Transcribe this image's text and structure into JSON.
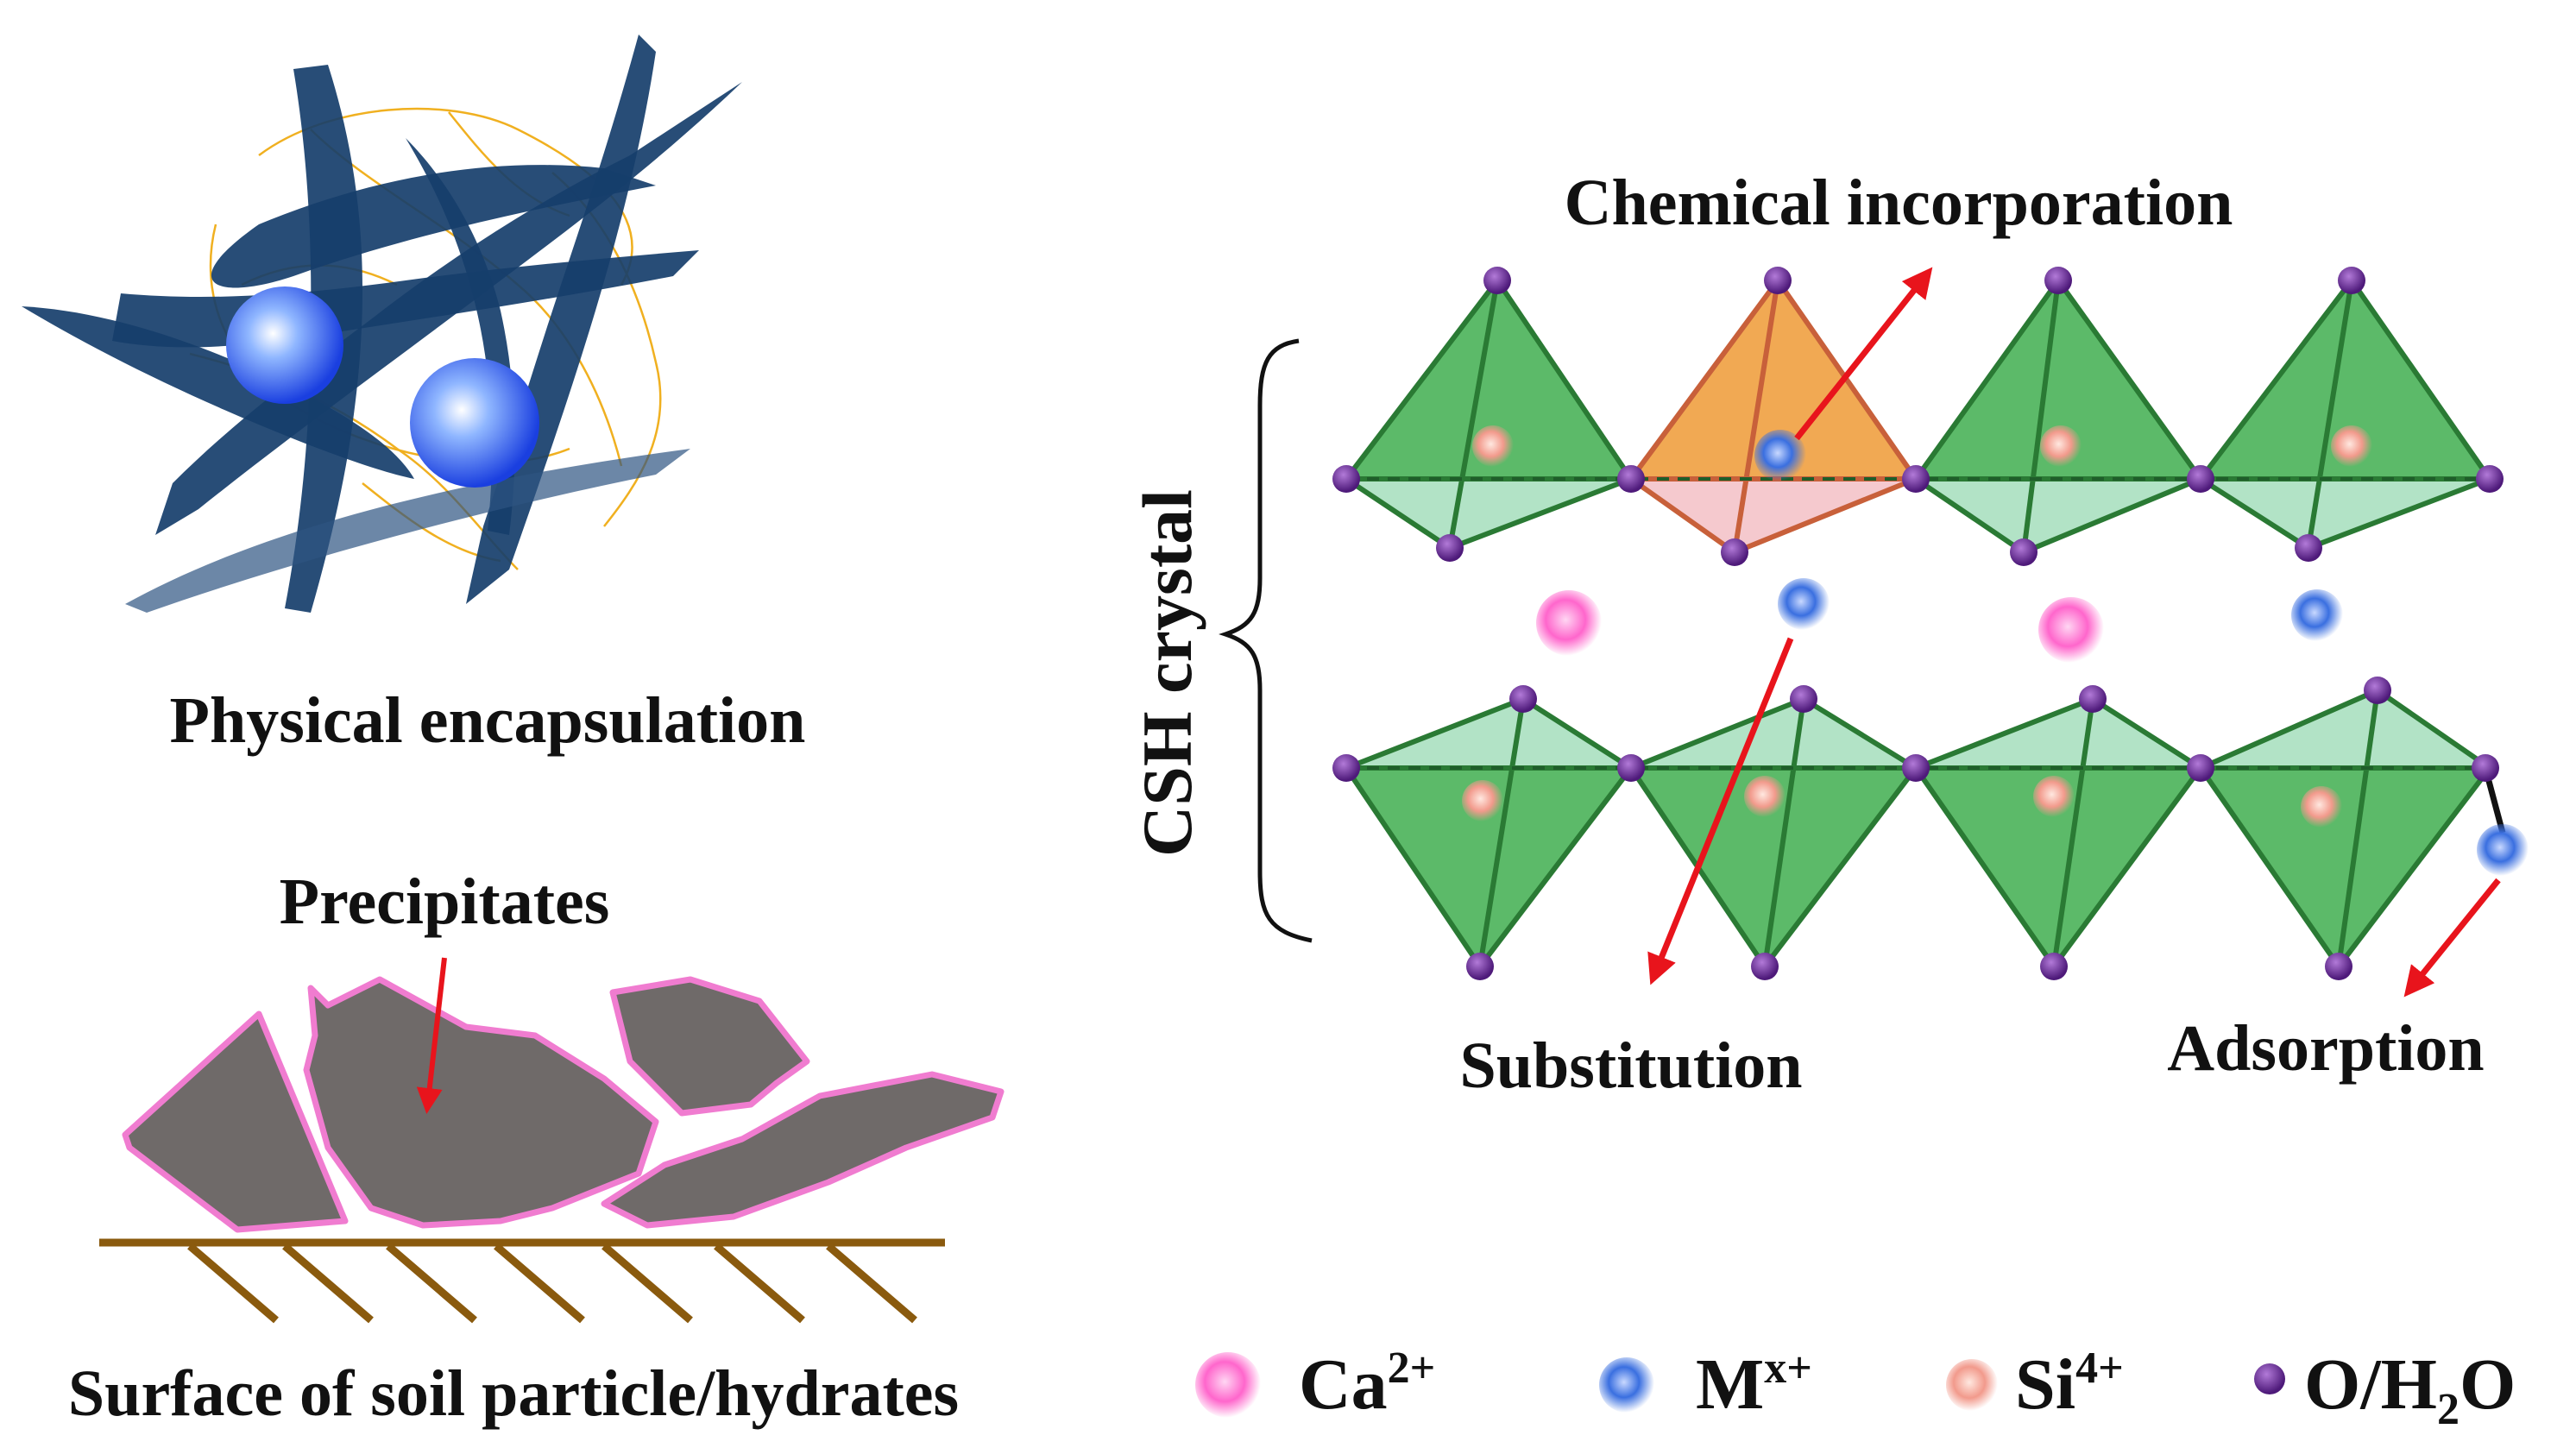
{
  "labels": {
    "physical_encapsulation": "Physical encapsulation",
    "precipitates": "Precipitates",
    "surface": "Surface of soil particle/hydrates",
    "chemical_incorporation": "Chemical incorporation",
    "csh_crystal": "CSH crystal",
    "substitution": "Substitution",
    "adsorption": "Adsorption"
  },
  "legend": [
    {
      "symbol": "Ca",
      "sup": "2+",
      "sub": "",
      "tail": "",
      "color": "#ff55c8"
    },
    {
      "symbol": "M",
      "sup": "x+",
      "sub": "",
      "tail": "",
      "color": "#3a6fe0"
    },
    {
      "symbol": "Si",
      "sup": "4+",
      "sub": "",
      "tail": "",
      "color": "#f29a8c"
    },
    {
      "symbol": "O/H",
      "sup": "",
      "sub": "2",
      "tail": "O",
      "color": "#6a2a9c"
    }
  ],
  "colors": {
    "fiber": "#163e6b",
    "tetra_green": "#3fae4f",
    "tetra_orange": "#f0a040",
    "oxygen": "#6a2a9c",
    "arrow": "#e8141c",
    "ground": "#8a5a0e",
    "precipitate": "#6f6a69",
    "precipitate_edge": "#f07cd0"
  }
}
